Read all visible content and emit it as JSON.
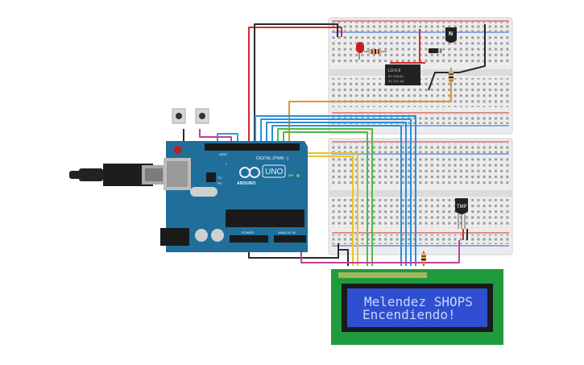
{
  "colors": {
    "background": "#ffffff",
    "breadboard": "#ececec",
    "breadboard_rail": "#d9d9d9",
    "arduino": "#1f6f9a",
    "arduino_dark": "#185c80",
    "lcd_board": "#1f9a3d",
    "lcd_screen": "#2f4fd0",
    "lcd_text": "#c9d6ff",
    "wire_red": "#d42a2a",
    "wire_black": "#2a2a2a",
    "wire_blue": "#2a8fd8",
    "wire_green": "#4fb84a",
    "wire_yellow": "#e8c52a",
    "wire_orange": "#e8922a",
    "wire_magenta": "#c23fa0",
    "wire_teal": "#23a7b5"
  },
  "arduino": {
    "brand": "ARDUINO",
    "model": "UNO",
    "digital_label": "DIGITAL (PWM ~)",
    "analog_label": "ANALOG IN",
    "power_label": "POWER",
    "tx_label": "TX",
    "rx_label": "RX",
    "l_label": "L",
    "on_label": "ON",
    "aref_label": "AREF"
  },
  "relay": {
    "line1": "LU-5-5",
    "line2": "5V 10A AC",
    "line3": "5V 12V 5A"
  },
  "transistor": {
    "label": "N"
  },
  "sensor": {
    "label": "TMP"
  },
  "lcd": {
    "line1": "Melendez SHOPS",
    "line2": "Encendiendo!"
  }
}
